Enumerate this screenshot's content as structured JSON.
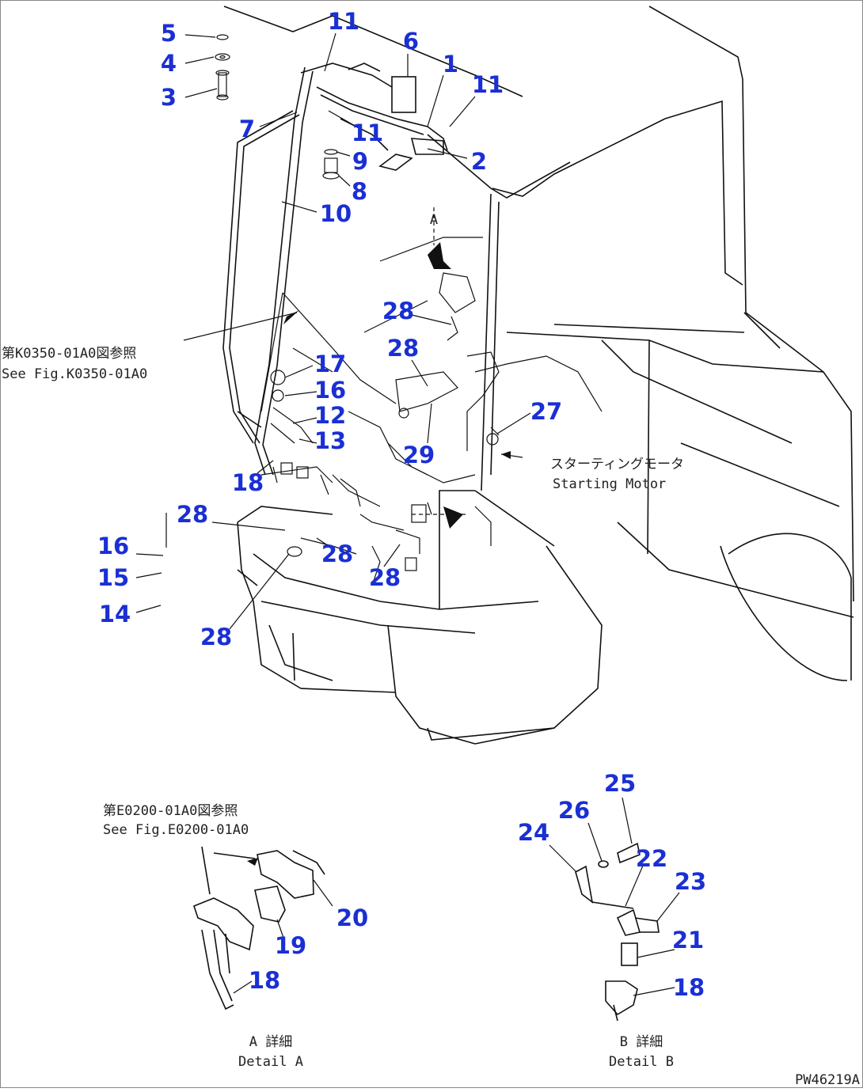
{
  "drawing_code": "PW46219A",
  "callouts": [
    "5",
    "4",
    "3",
    "11",
    "6",
    "1",
    "11",
    "7",
    "11",
    "9",
    "2",
    "8",
    "10",
    "28",
    "28",
    "17",
    "16",
    "12",
    "13",
    "27",
    "29",
    "18",
    "28",
    "16",
    "15",
    "14",
    "28",
    "28",
    "28",
    "25",
    "26",
    "24",
    "22",
    "23",
    "20",
    "19",
    "21",
    "18",
    "18"
  ],
  "notes": {
    "see_fig_k_jp": "第K0350-01A0図参照",
    "see_fig_k_en": "See Fig.K0350-01A0",
    "starting_motor_jp": "スターティングモータ",
    "starting_motor_en": "Starting Motor",
    "see_fig_e_jp": "第E0200-01A0図参照",
    "see_fig_e_en": "See Fig.E0200-01A0",
    "arrow_a": "A",
    "detail_a_jp": "A 詳細",
    "detail_a_en": "Detail A",
    "detail_b_jp": "B 詳細",
    "detail_b_en": "Detail B"
  },
  "colors": {
    "callout": "#1a2fd4",
    "line": "#111111"
  }
}
